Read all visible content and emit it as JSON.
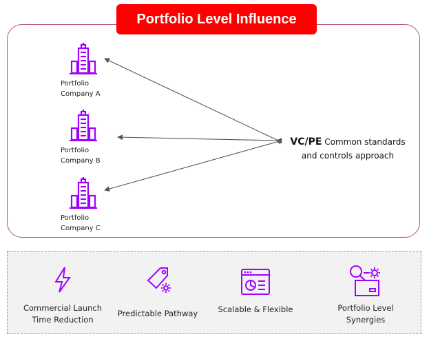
{
  "title": "Portfolio Level Influence",
  "companies": [
    {
      "line1": "Portfolio",
      "line2": "Company A",
      "icon": "building-icon"
    },
    {
      "line1": "Portfolio",
      "line2": "Company B",
      "icon": "building-icon"
    },
    {
      "line1": "Portfolio",
      "line2": "Company C",
      "icon": "building-icon"
    }
  ],
  "hub": {
    "bold": "VC/PE",
    "line1_rest": " Common standards",
    "line2": "and controls approach"
  },
  "benefits": [
    {
      "line1": "Commercial Launch",
      "line2": "Time Reduction",
      "icon": "lightning-icon"
    },
    {
      "line1": "Predictable Pathway",
      "line2": "",
      "icon": "tag-gear-icon"
    },
    {
      "line1": "Scalable & Flexible",
      "line2": "",
      "icon": "dashboard-window-icon"
    },
    {
      "line1": "Portfolio Level",
      "line2": "Synergies",
      "icon": "search-gear-box-icon"
    }
  ],
  "colors": {
    "accent_red": "#ff0000",
    "icon_purple": "#a000ff",
    "frame_border": "#b5537a",
    "arrow_gray": "#555555"
  }
}
